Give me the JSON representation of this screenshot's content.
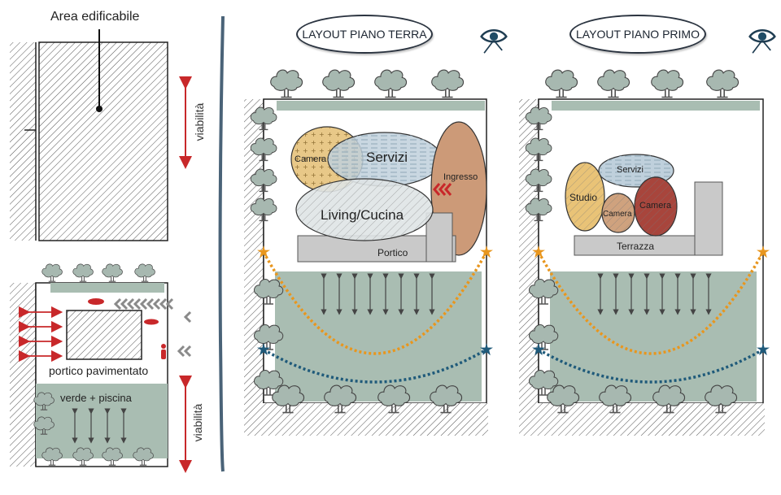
{
  "site_panel": {
    "area_label": "Area edificabile",
    "road_label": "viabilità"
  },
  "concept_panel": {
    "portico_label": "portico pavimentato",
    "garden_label": "verde + piscina",
    "road_label": "viabilità"
  },
  "ground_floor": {
    "title": "LAYOUT PIANO TERRA",
    "rooms": [
      "Camera",
      "Servizi",
      "Ingresso",
      "Living/Cucina",
      "Portico"
    ]
  },
  "first_floor": {
    "title": "LAYOUT PIANO PRIMO",
    "rooms": [
      "Servizi",
      "Studio",
      "Camera",
      "Camera",
      "Terrazza"
    ]
  },
  "colors": {
    "tree": "#a7b8b0",
    "garden": "#a9bdb2",
    "camera": "#e8c888",
    "servizi": "#bfd0dc",
    "ingresso": "#cc9a78",
    "living": "#d8dee0",
    "portico": "#c9c9c9",
    "studio": "#e9c377",
    "camera2": "#cfa27e",
    "camera3": "#a8453c",
    "sun_orange": "#e8961e",
    "sun_blue": "#1f5a7a",
    "arrow_red": "#c8282a",
    "divider": "#4a6378"
  },
  "icons": [
    "eye-icon",
    "tree-icon",
    "car-icon",
    "person-icon",
    "double-arrow-icon",
    "chevron-left-icon",
    "star-icon"
  ]
}
